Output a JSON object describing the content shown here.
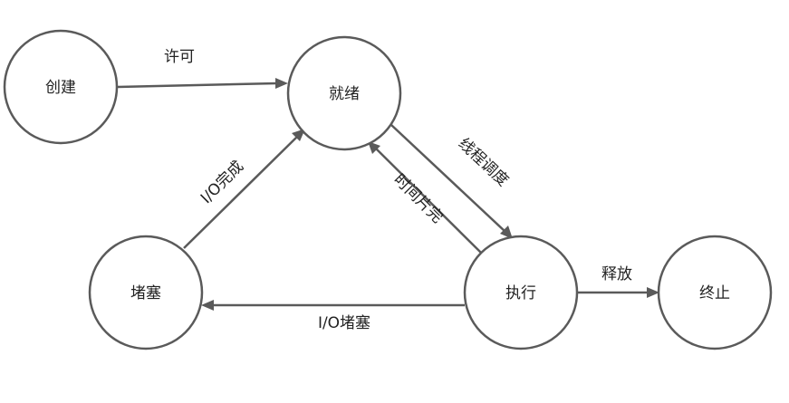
{
  "nodes": {
    "create": "创建",
    "ready": "就绪",
    "blocked": "堵塞",
    "running": "执行",
    "terminated": "终止"
  },
  "edges": {
    "create_to_ready": "许可",
    "ready_to_running": "线程调度",
    "running_to_ready": "时间片完",
    "blocked_to_ready": "I/O完成",
    "running_to_blocked": "I/O堵塞",
    "running_to_terminated": "释放"
  },
  "colors": {
    "stroke": "#5a5a5a",
    "text": "#222222",
    "background": "#ffffff"
  }
}
